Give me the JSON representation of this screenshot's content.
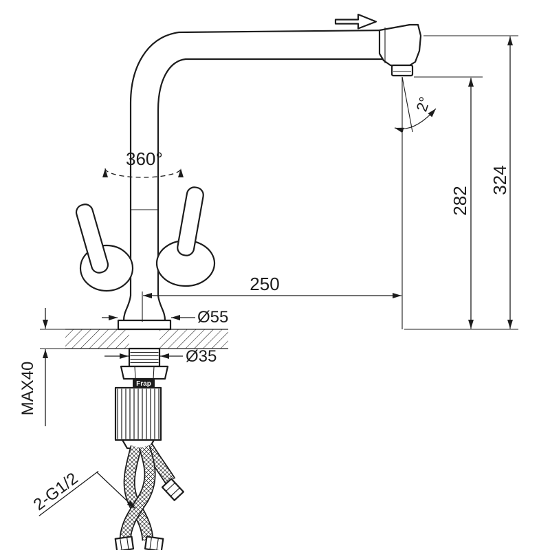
{
  "colors": {
    "line": "#1c1c1c",
    "bg": "#ffffff"
  },
  "drawing": {
    "brand": "Frap",
    "annotations": {
      "rotation": "360°",
      "tilt": "2°",
      "hose_thread": "2-G1/2"
    },
    "dimensions": {
      "total_height": "324",
      "spout_height": "282",
      "reach": "250",
      "base_diameter": "Ø55",
      "hole_diameter": "Ø35",
      "max_counter_thickness": "MAX40"
    }
  }
}
